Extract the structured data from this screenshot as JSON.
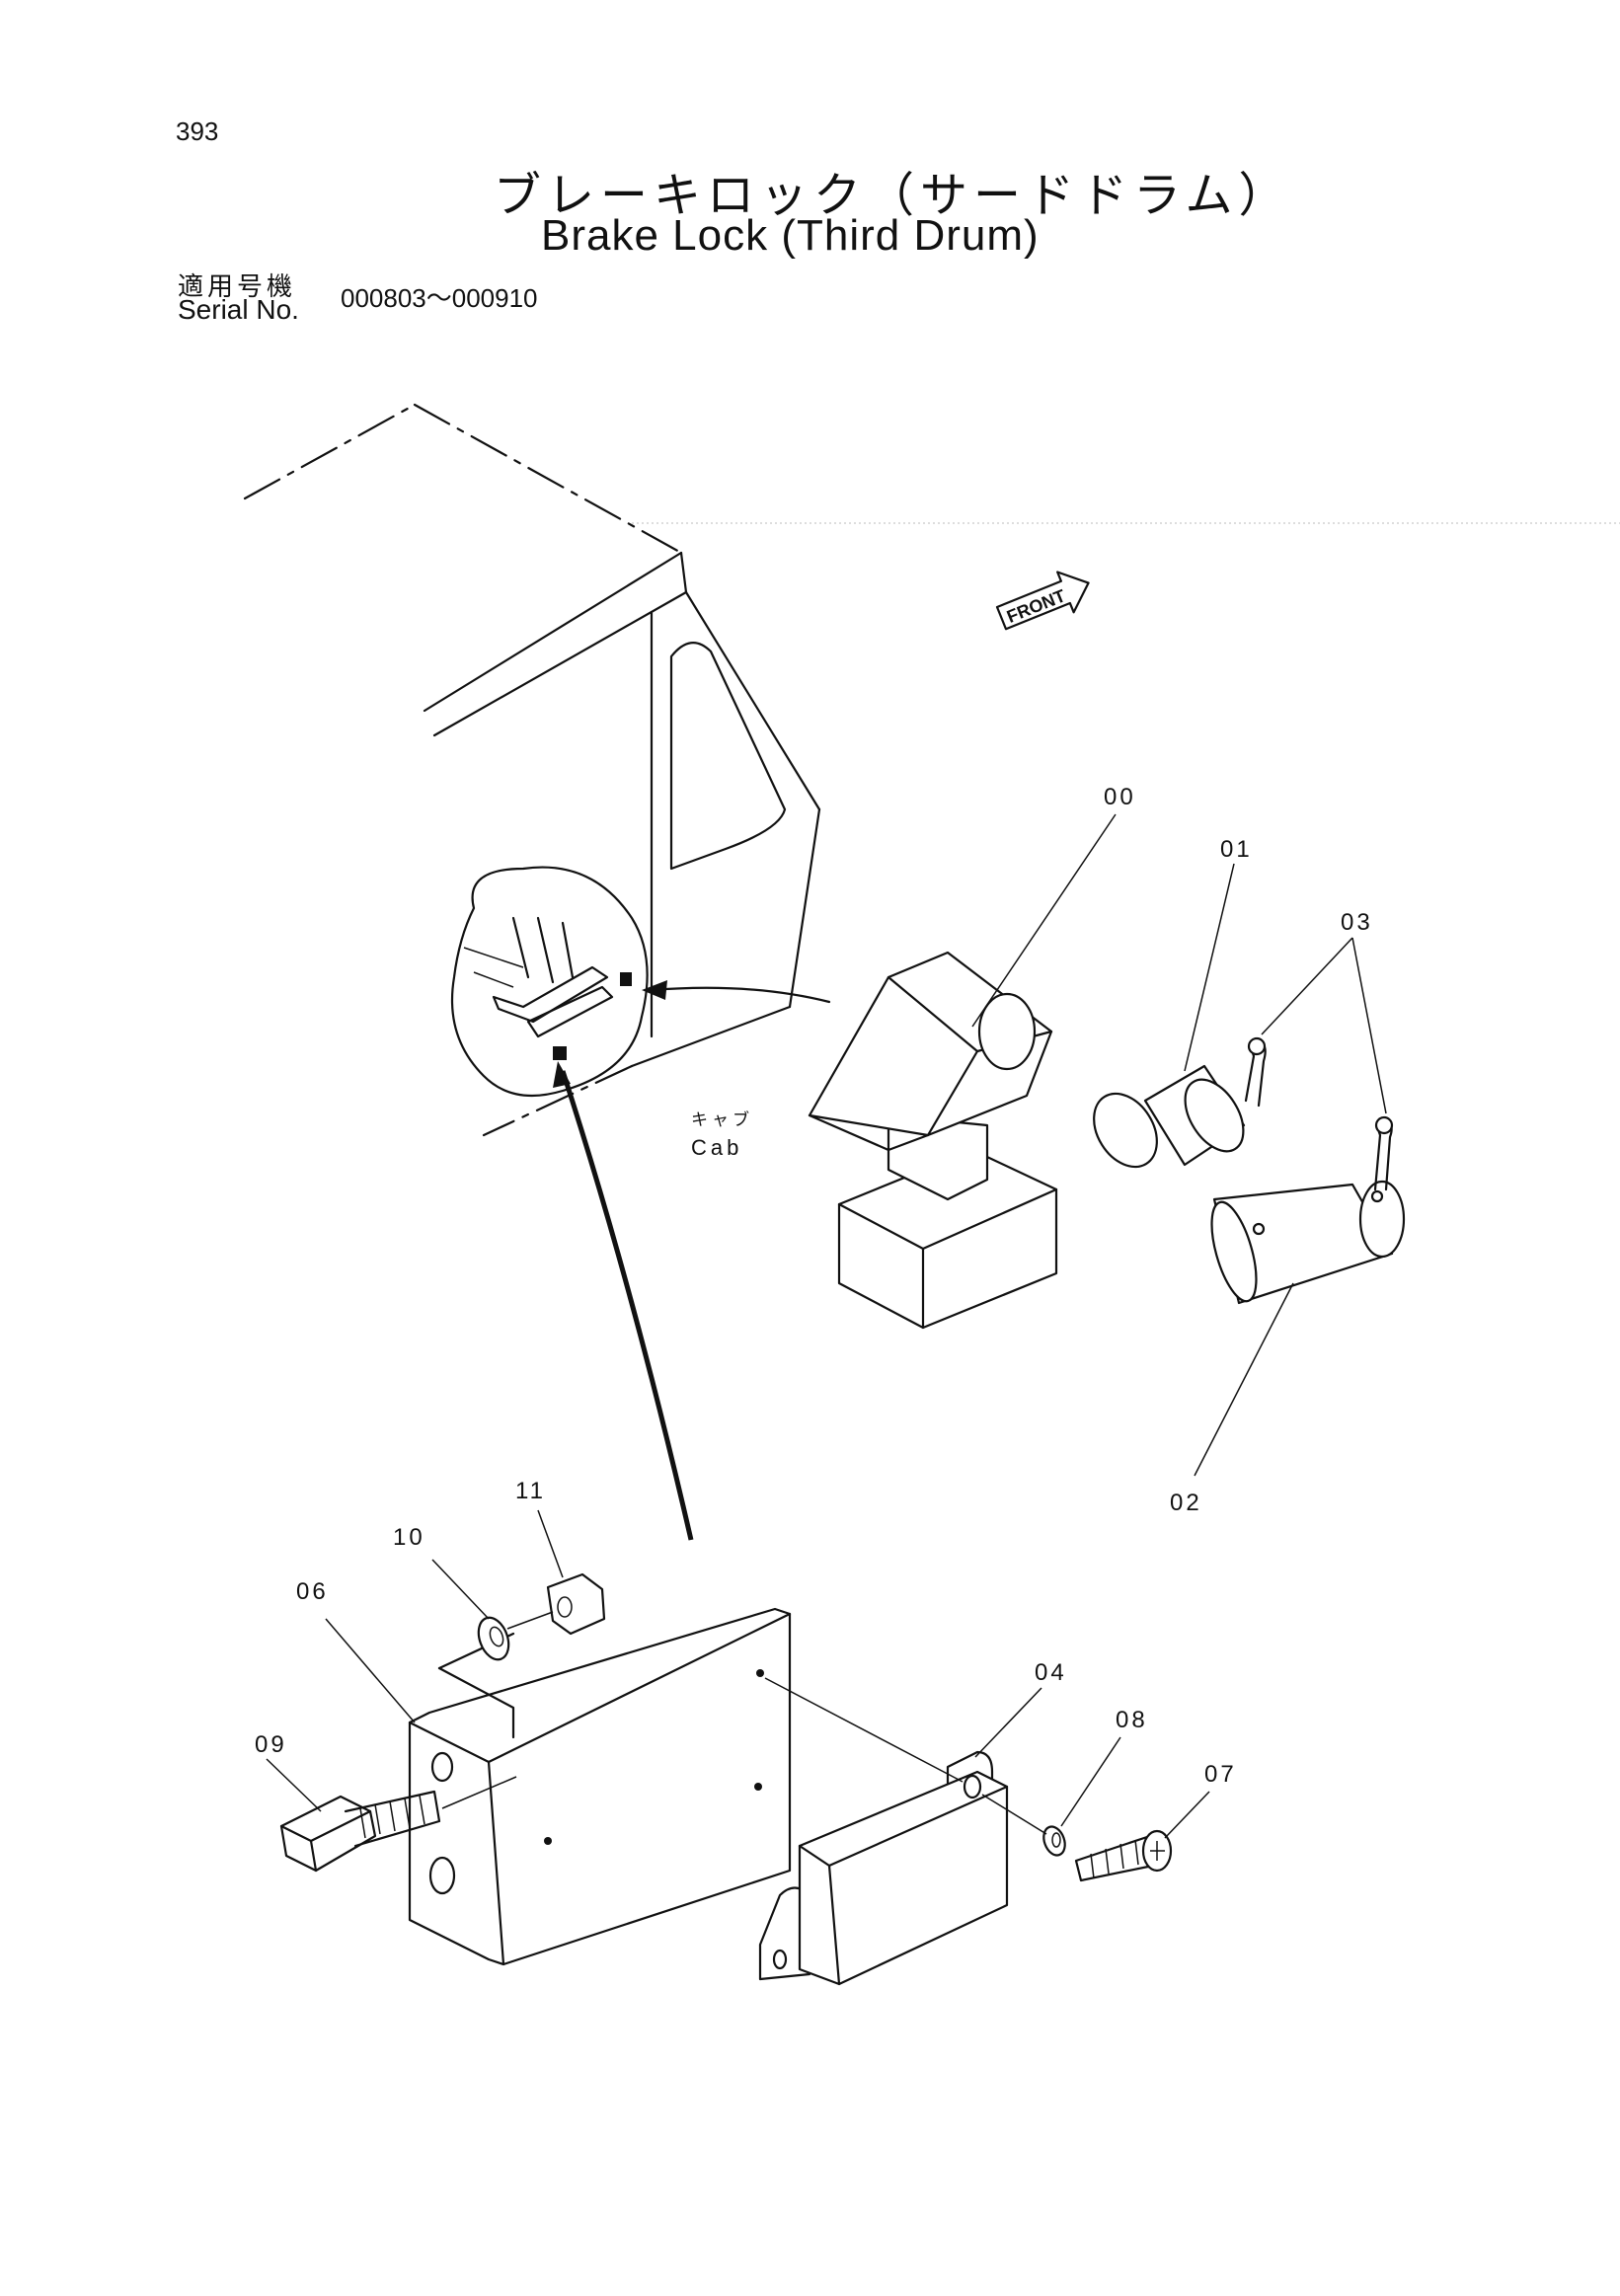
{
  "page_number": "393",
  "title_ja": "ブレーキロック（サードドラム）",
  "title_en": "Brake Lock (Third Drum)",
  "serial_label_ja": "適用号機",
  "serial_label_en": "Serial No.",
  "serial_range": "000803～000910",
  "front_label": "FRONT",
  "cab_label_ja": "キャブ",
  "cab_label_en": "Cab",
  "part_labels": {
    "p00": "00",
    "p01": "01",
    "p02": "02",
    "p03": "03",
    "p04": "04",
    "p06": "06",
    "p07": "07",
    "p08": "08",
    "p09": "09",
    "p10": "10",
    "p11": "11"
  }
}
